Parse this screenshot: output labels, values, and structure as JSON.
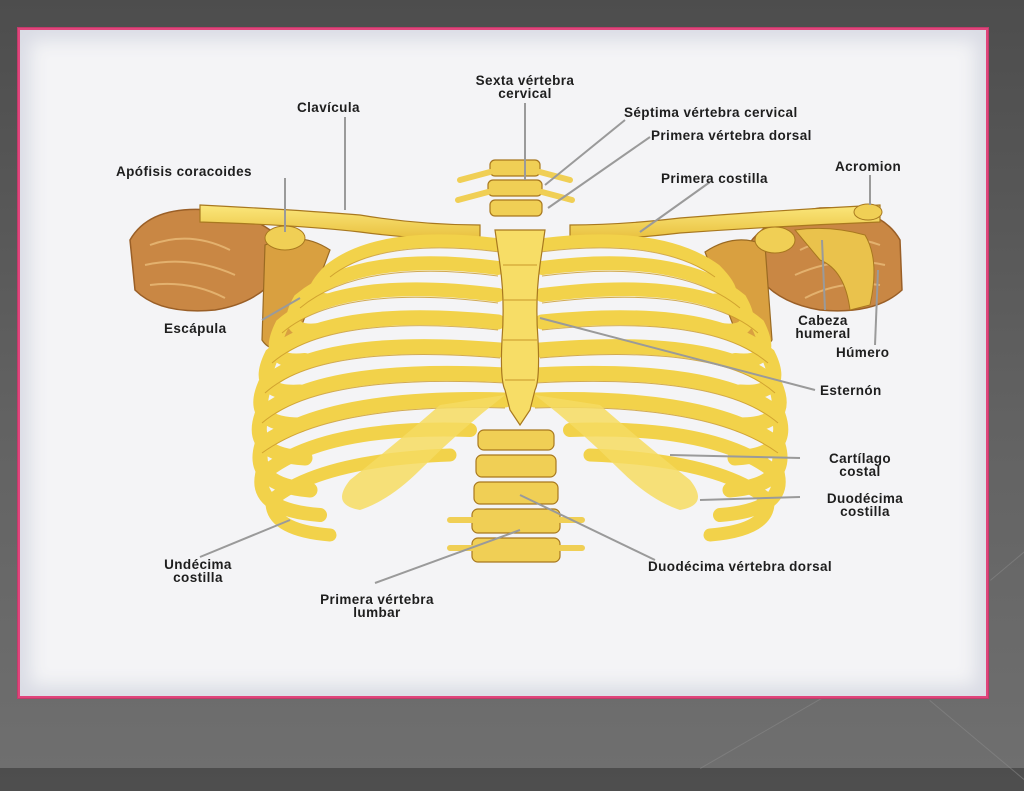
{
  "colors": {
    "bone": "#f2d24a",
    "bone_light": "#fbe77c",
    "bone_shadow": "#c9982a",
    "muscle": "#c4813f",
    "frame": "#e0457b"
  },
  "labels": {
    "sexta_vertebra_cervical": "Sexta vértebra\ncervical",
    "clavicula": "Clavícula",
    "septima_vertebra_cervical": "Séptima  vértebra cervical",
    "primera_vertebra_dorsal": "Primera  vértebra dorsal",
    "apofisis_coracoides": "Apófisis coracoides",
    "acromion": "Acromion",
    "primera_costilla": "Primera costilla",
    "escapula": "Escápula",
    "cabeza_humeral": "Cabeza\nhumeral",
    "humero": "Húmero",
    "esternon": "Esternón",
    "cartilago_costal": "Cartílago\ncostal",
    "duodecima_costilla": "Duodécima\ncostilla",
    "undecima_costilla": "Undécima\ncostilla",
    "duodecima_vertebra_dorsal": "Duodécima  vértebra dorsal",
    "primera_vertebra_lumbar": "Primera vértebra\nlumbar"
  }
}
